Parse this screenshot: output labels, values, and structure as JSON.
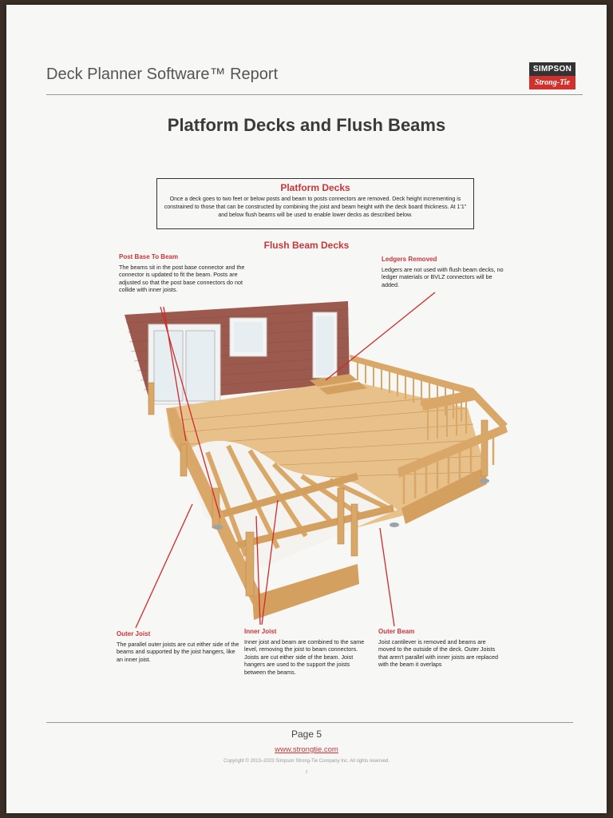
{
  "header": {
    "title": "Deck Planner Software™ Report",
    "logo_top": "SIMPSON",
    "logo_bottom": "Strong-Tie"
  },
  "main_title": "Platform Decks and Flush Beams",
  "platform_box": {
    "title": "Platform Decks",
    "text": "Once a deck goes to two feet or below posts and beam to posts connectors are removed. Deck height incrementing is constrained to those that can be constructed by combining the joist and beam height with the deck board thickness. At 1'1\" and below flush beams will be used to enable lower decks as described below."
  },
  "flush_title": "Flush Beam Decks",
  "callouts": {
    "post_base": {
      "title": "Post Base To Beam",
      "text": "The beams sit in the post base connector and the connector is updated to fit the beam. Posts are adjusted so that the post base connectors do not collide with inner joists."
    },
    "ledgers": {
      "title": "Ledgers Removed",
      "text": "Ledgers are not used with flush beam decks, no ledger materials or BVLZ connectors will be added."
    },
    "outer_joist": {
      "title": "Outer Joist",
      "text": "The parallel outer joists are cut either side of the beams and supported by the joist hangers, like an inner joist."
    },
    "inner_joist": {
      "title": "Inner Joist",
      "text": "Inner joist and beam are combined to the same level, removing the joist to beam connectors. Joists are cut either side of the beam. Joist hangers are used to the support the joists between the beams."
    },
    "outer_beam": {
      "title": "Outer Beam",
      "text": "Joist cantilever is removed and beams are moved to the outside of the deck. Outer Joists that aren't parallel with inner joists are replaced with the beam it overlaps"
    }
  },
  "footer": {
    "page": "Page 5",
    "url": "www.strongtie.com",
    "copyright": "Copyright © 2013–2023 Simpson Strong-Tie Company Inc. All rights reserved.",
    "tiny": "2"
  },
  "colors": {
    "accent": "#c8363a",
    "wood": "#e3b97f",
    "brick": "#9c5a4e"
  }
}
